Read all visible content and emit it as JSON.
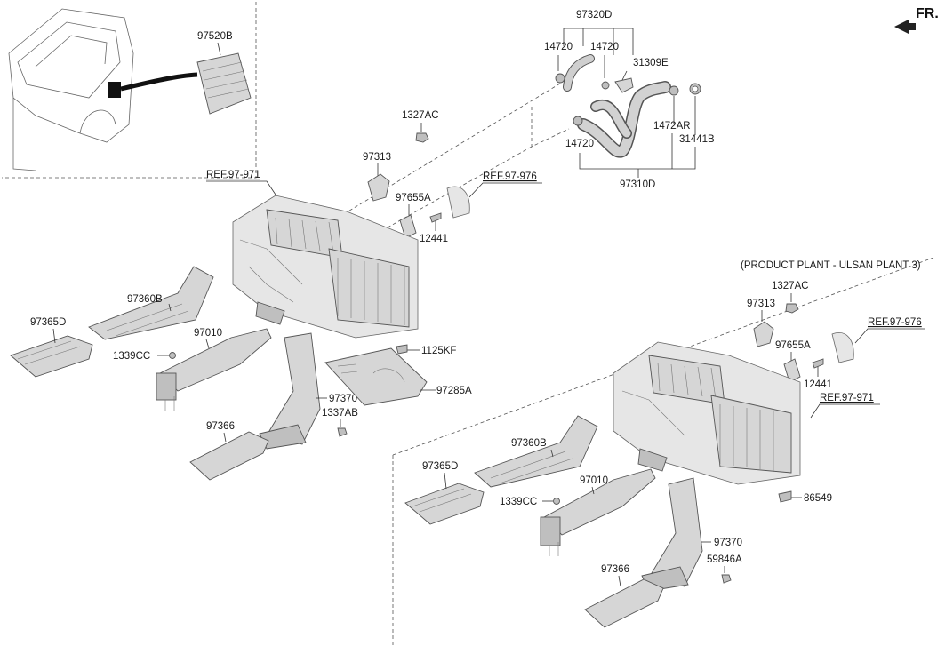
{
  "orientation": {
    "label": "FR."
  },
  "note": {
    "text": "(PRODUCT PLANT - ULSAN PLANT 3)"
  },
  "labels": {
    "p97520B": "97520B",
    "p97320D": "97320D",
    "p14720_a": "14720",
    "p14720_b": "14720",
    "p31309E": "31309E",
    "p1327AC_a": "1327AC",
    "p14720_c": "14720",
    "p1472AR": "1472AR",
    "p31441B": "31441B",
    "p97310D": "97310D",
    "p97313_a": "97313",
    "ref97971_a": "REF.97-971",
    "p97655A_a": "97655A",
    "ref97976_a": "REF.97-976",
    "p12441_a": "12441",
    "p97360B_a": "97360B",
    "p97365D_a": "97365D",
    "p97010_a": "97010",
    "p1339CC_a": "1339CC",
    "p1125KF": "1125KF",
    "p97285A": "97285A",
    "p97370_a": "97370",
    "p1337AB": "1337AB",
    "p97366_a": "97366",
    "p1327AC_b": "1327AC",
    "p97313_b": "97313",
    "ref97976_b": "REF.97-976",
    "p97655A_b": "97655A",
    "p12441_b": "12441",
    "ref97971_b": "REF.97-971",
    "p97360B_b": "97360B",
    "p97365D_b": "97365D",
    "p97010_b": "97010",
    "p1339CC_b": "1339CC",
    "p86549": "86549",
    "p97370_b": "97370",
    "p59846A": "59846A",
    "p97366_b": "97366"
  }
}
